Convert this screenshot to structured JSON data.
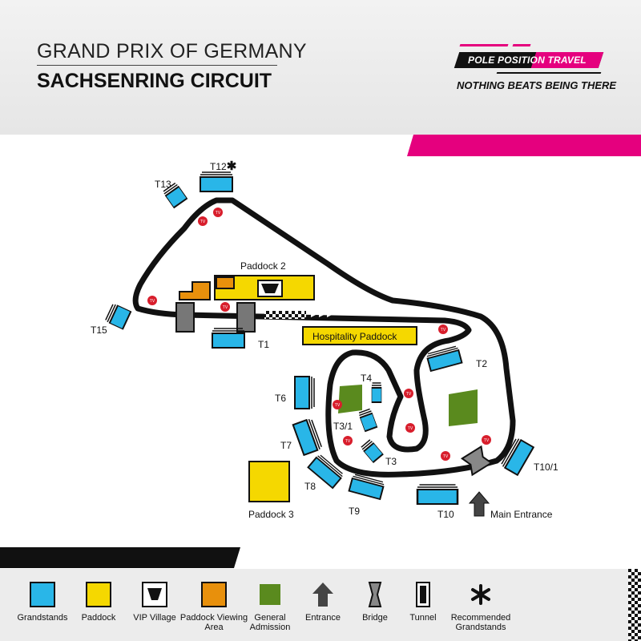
{
  "header": {
    "title": "GRAND PRIX OF GERMANY",
    "subtitle": "SACHSENRING CIRCUIT",
    "brand_name_left": "POLE POSITION",
    "brand_name_right": "TRAVEL",
    "brand_tagline": "NOTHING BEATS BEING THERE"
  },
  "colors": {
    "grandstand": "#29b6e8",
    "paddock": "#f5d800",
    "paddock_viewing": "#e8900c",
    "general_admission": "#5a8a1e",
    "accent": "#e5007e",
    "track": "#111111",
    "tv_marker": "#d81e2c"
  },
  "map": {
    "grandstands": [
      "T12",
      "T13",
      "T15",
      "T1",
      "T2",
      "T4",
      "T3/1",
      "T3",
      "T6",
      "T7",
      "T8",
      "T9",
      "T10",
      "T10/1"
    ],
    "recommended_marker": "✱",
    "paddocks": [
      "Paddock 2",
      "Hospitality Paddock",
      "Paddock 3"
    ],
    "tv_label": "TV",
    "main_entrance": "Main Entrance"
  },
  "legend": [
    {
      "label": "Grandstands",
      "icon": "grandstand-icon"
    },
    {
      "label": "Paddock",
      "icon": "paddock-icon"
    },
    {
      "label": "VIP Village",
      "icon": "vip-village-icon"
    },
    {
      "label": "Paddock Viewing Area",
      "icon": "paddock-viewing-icon"
    },
    {
      "label": "General Admission",
      "icon": "general-admission-icon"
    },
    {
      "label": "Entrance",
      "icon": "entrance-arrow-icon"
    },
    {
      "label": "Bridge",
      "icon": "bridge-icon"
    },
    {
      "label": "Tunnel",
      "icon": "tunnel-icon"
    },
    {
      "label": "Recommended Grandstands",
      "icon": "asterisk-icon"
    }
  ]
}
